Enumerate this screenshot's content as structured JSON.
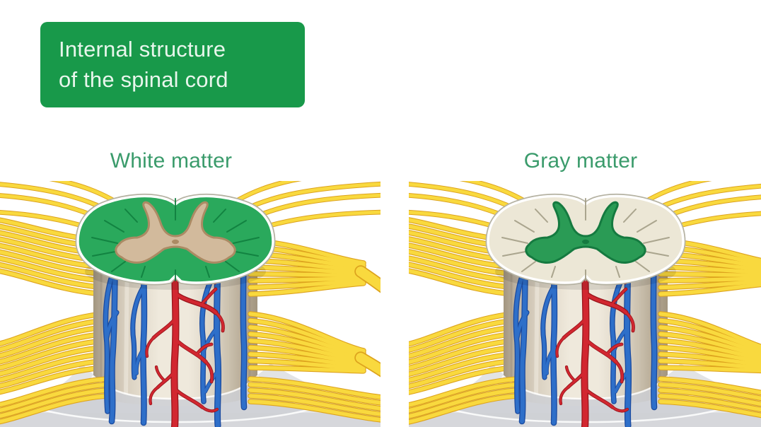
{
  "title": {
    "line1": "Internal structure",
    "line2": "of the spinal cord",
    "bg_color": "#18994a",
    "text_color": "#e8f6ec"
  },
  "label_color": "#3a9b6b",
  "panels": [
    {
      "label": "White matter",
      "highlighted_region": "white matter (outer region, highlighted green)",
      "colors": {
        "outer": "#2aa95c",
        "outer_lines": "#0f7e3e",
        "inner": "#d2ba9c",
        "inner_outline": "#ab8b64"
      }
    },
    {
      "label": "Gray matter",
      "highlighted_region": "gray matter (inner butterfly, highlighted green)",
      "colors": {
        "outer": "#ece7d6",
        "outer_lines": "#a39d86",
        "inner": "#2a9b55",
        "inner_outline": "#157a40"
      }
    }
  ],
  "illustration_palette": {
    "nerve_yellow": "#f9d93e",
    "nerve_outline": "#dda31e",
    "artery_red": "#d22730",
    "artery_dark": "#9a151c",
    "vein_blue": "#2e6fc9",
    "vein_dark": "#1b4ba0",
    "cord_light": "#efe9dc",
    "cord_mid": "#d9d0c0",
    "cord_dark": "#a2957f",
    "dura_gray": "#ced0d5"
  }
}
